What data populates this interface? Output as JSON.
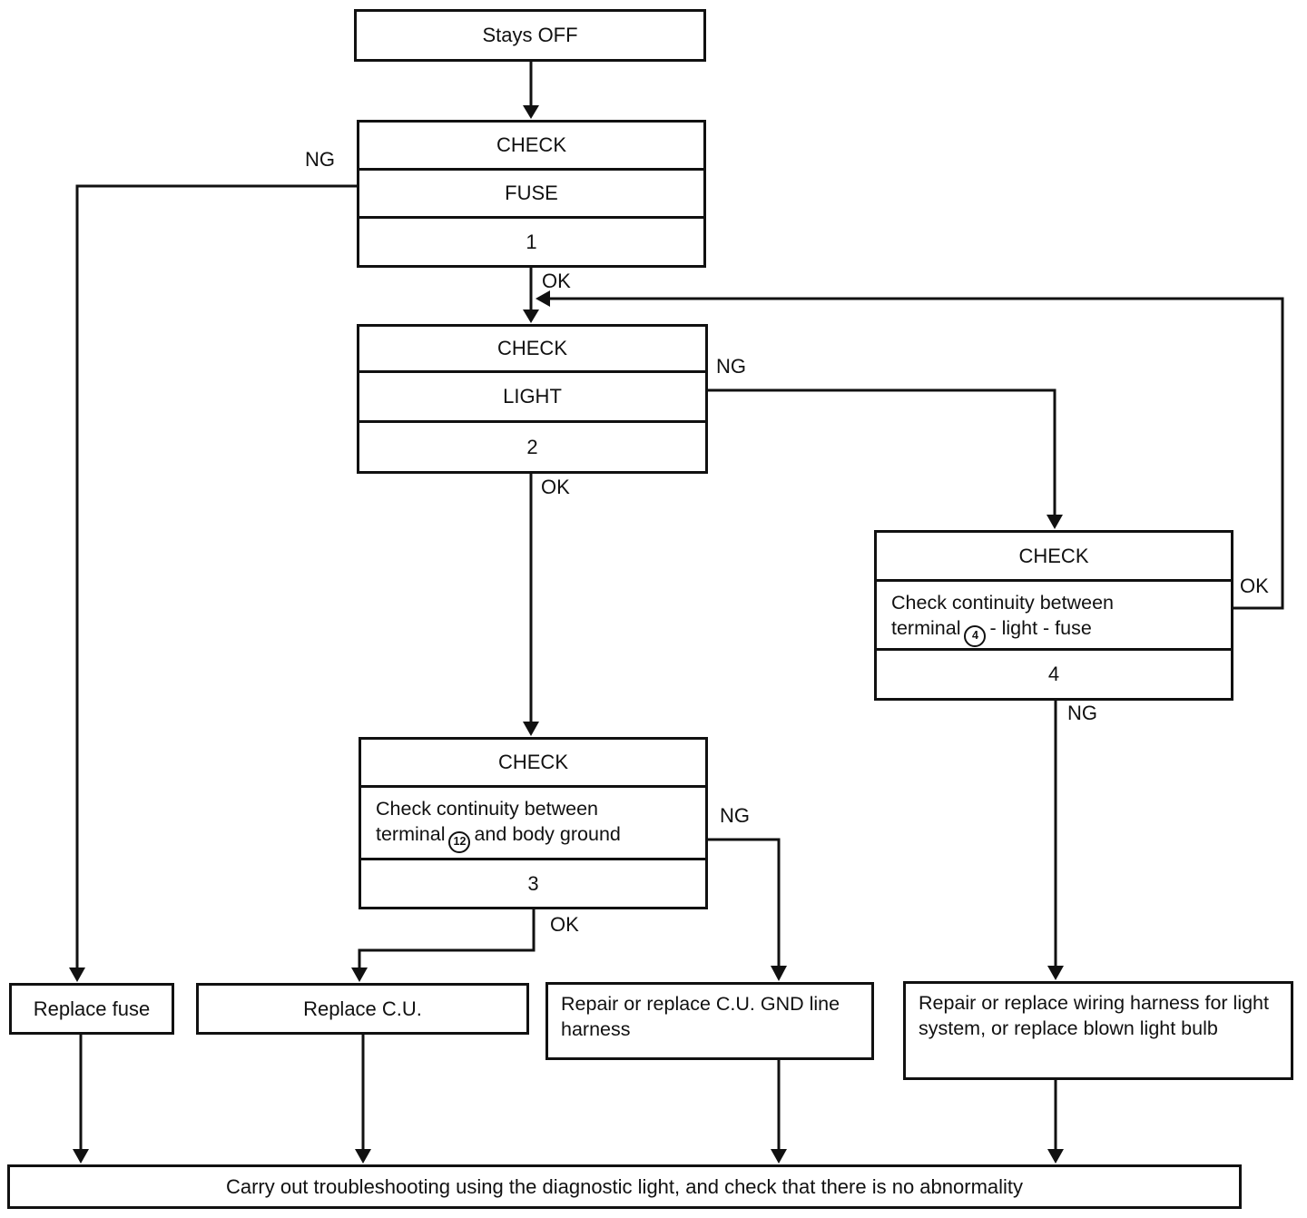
{
  "diagram": {
    "start": {
      "label": "Stays OFF"
    },
    "checks": [
      {
        "title": "CHECK",
        "body": "FUSE",
        "number": "1"
      },
      {
        "title": "CHECK",
        "body": "LIGHT",
        "number": "2"
      },
      {
        "title": "CHECK",
        "body_line1": "Check continuity between",
        "body_line2_prefix": "terminal",
        "terminal": "12",
        "body_line2_suffix": "and body ground",
        "number": "3"
      },
      {
        "title": "CHECK",
        "body_line1": "Check continuity between",
        "body_line2_prefix": "terminal",
        "terminal": "4",
        "body_line2_suffix": "- light - fuse",
        "number": "4"
      }
    ],
    "actions": [
      {
        "label": "Replace fuse"
      },
      {
        "label": "Replace C.U."
      },
      {
        "label": "Repair or replace C.U. GND line harness"
      },
      {
        "label": "Repair or replace wiring harness for light system, or replace blown light bulb"
      }
    ],
    "final": {
      "label": "Carry out troubleshooting using the diagnostic light, and check that there is no abnormality"
    },
    "edges": {
      "check1_ng": "NG",
      "check1_ok": "OK",
      "check2_ng": "NG",
      "check2_ok": "OK",
      "check3_ng": "NG",
      "check3_ok": "OK",
      "check4_ng": "NG",
      "check4_ok": "OK"
    },
    "colors": {
      "line": "#111111",
      "background": "#ffffff"
    }
  }
}
